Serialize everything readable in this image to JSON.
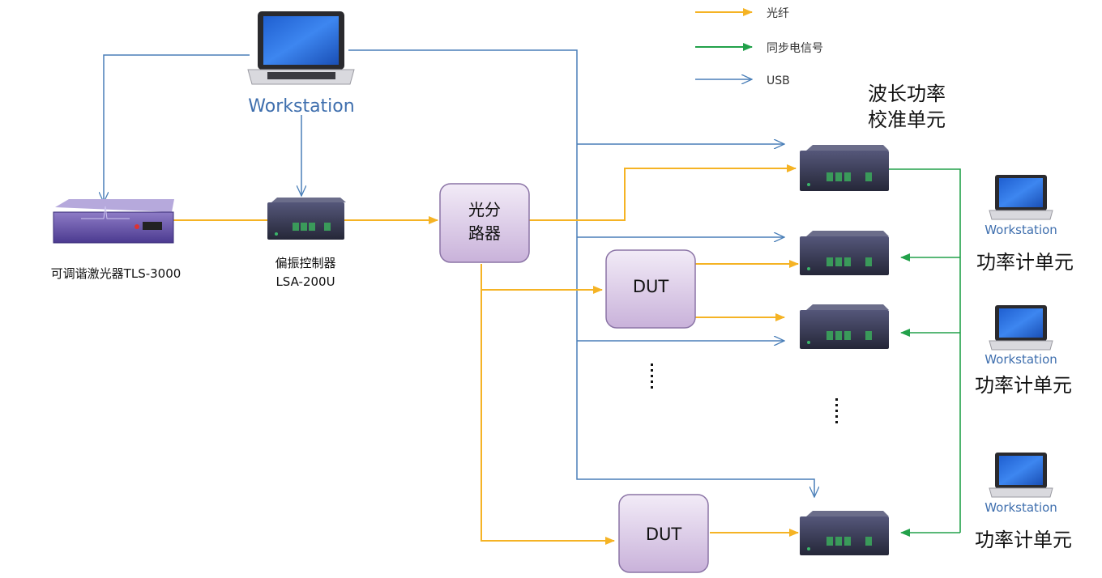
{
  "legend": {
    "fiber_label": "光纤",
    "sync_label": "同步电信号",
    "usb_label": "USB"
  },
  "workstation_main": {
    "label": "Workstation"
  },
  "laser": {
    "label": "可调谐激光器TLS-3000"
  },
  "polarization_controller": {
    "label_line1": "偏振控制器",
    "label_line2": "LSA-200U"
  },
  "splitter": {
    "label_line1": "光分",
    "label_line2": "路器"
  },
  "calibration_unit": {
    "label_line1": "波长功率",
    "label_line2": "校准单元"
  },
  "dut_top": {
    "label": "DUT"
  },
  "dut_bottom": {
    "label": "DUT"
  },
  "power_units": [
    {
      "workstation_label": "Workstation",
      "unit_label": "功率计单元"
    },
    {
      "workstation_label": "Workstation",
      "unit_label": "功率计单元"
    },
    {
      "workstation_label": "Workstation",
      "unit_label": "功率计单元"
    }
  ],
  "colors": {
    "fiber": "#f5b324",
    "sync": "#22a14a",
    "usb": "#4a7fb8",
    "workstation_text": "#3f6fae",
    "box_fill_top": "#efe6f5",
    "box_fill_bottom": "#cdb6dc",
    "box_stroke": "#8b74a6"
  }
}
